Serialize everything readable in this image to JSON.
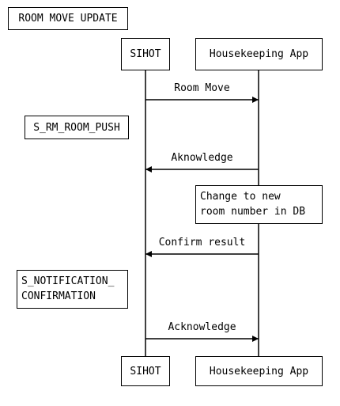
{
  "title": "ROOM MOVE UPDATE",
  "participants": [
    {
      "id": "sihot",
      "label": "SIHOT"
    },
    {
      "id": "hk",
      "label": "Housekeeping App"
    }
  ],
  "messages": [
    {
      "from": "sihot",
      "to": "hk",
      "label": "Room Move"
    },
    {
      "from": "hk",
      "to": "sihot",
      "label": "Aknowledge"
    },
    {
      "from": "hk",
      "to": "sihot",
      "label": "Confirm result"
    },
    {
      "from": "sihot",
      "to": "hk",
      "label": "Acknowledge"
    }
  ],
  "notes": {
    "rm_room_push": "S_RM_ROOM_PUSH",
    "notification_confirmation": "S_NOTIFICATION_\nCONFIRMATION",
    "change_room": "Change to new\nroom number in DB"
  }
}
